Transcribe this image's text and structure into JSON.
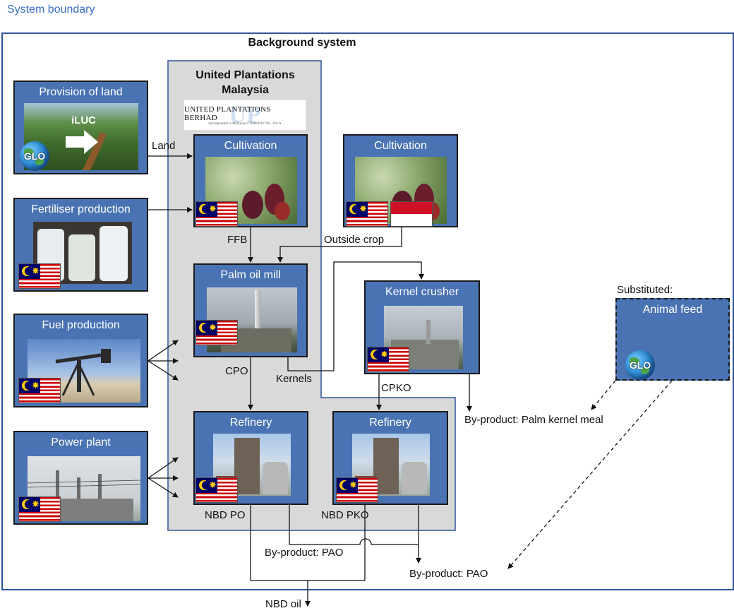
{
  "system_boundary_label": "System boundary",
  "background_system_title": "Background system",
  "company": {
    "title_line1": "United Plantations",
    "title_line2": "Malaysia",
    "logo_text": "UNITED PLANTATIONS BERHAD",
    "logo_subtext": "(Incorporated in Malaysia) COMPANY NO. 240-A",
    "logo_mark": "UP"
  },
  "nodes": {
    "provision_of_land": {
      "title": "Provision of land",
      "overlay_text": "iLUC",
      "globe_label": "GLO"
    },
    "fertiliser_production": {
      "title": "Fertiliser production"
    },
    "fuel_production": {
      "title": "Fuel production"
    },
    "power_plant": {
      "title": "Power plant"
    },
    "cultivation_up": {
      "title": "Cultivation"
    },
    "cultivation_outside": {
      "title": "Cultivation"
    },
    "palm_oil_mill": {
      "title": "Palm oil mill"
    },
    "kernel_crusher": {
      "title": "Kernel crusher"
    },
    "refinery_po": {
      "title": "Refinery"
    },
    "refinery_pko": {
      "title": "Refinery"
    },
    "animal_feed": {
      "title": "Animal feed",
      "globe_label": "GLO"
    }
  },
  "flow_labels": {
    "land": "Land",
    "ffb": "FFB",
    "outside_crop": "Outside crop",
    "cpo": "CPO",
    "kernels": "Kernels",
    "cpko": "CPKO",
    "nbd_po": "NBD PO",
    "nbd_pko": "NBD PKO",
    "byproduct_pao_left": "By-product: PAO",
    "byproduct_pao_right": "By-product: PAO",
    "byproduct_palm_kernel_meal": "By-product: Palm kernel meal",
    "substituted": "Substituted:",
    "nbd_oil": "NBD oil"
  },
  "colors": {
    "node_fill": "#4a73b3",
    "boundary": "#2f5597",
    "company_region": "#d9d9d9",
    "boundary_label": "#3a6fc4"
  }
}
